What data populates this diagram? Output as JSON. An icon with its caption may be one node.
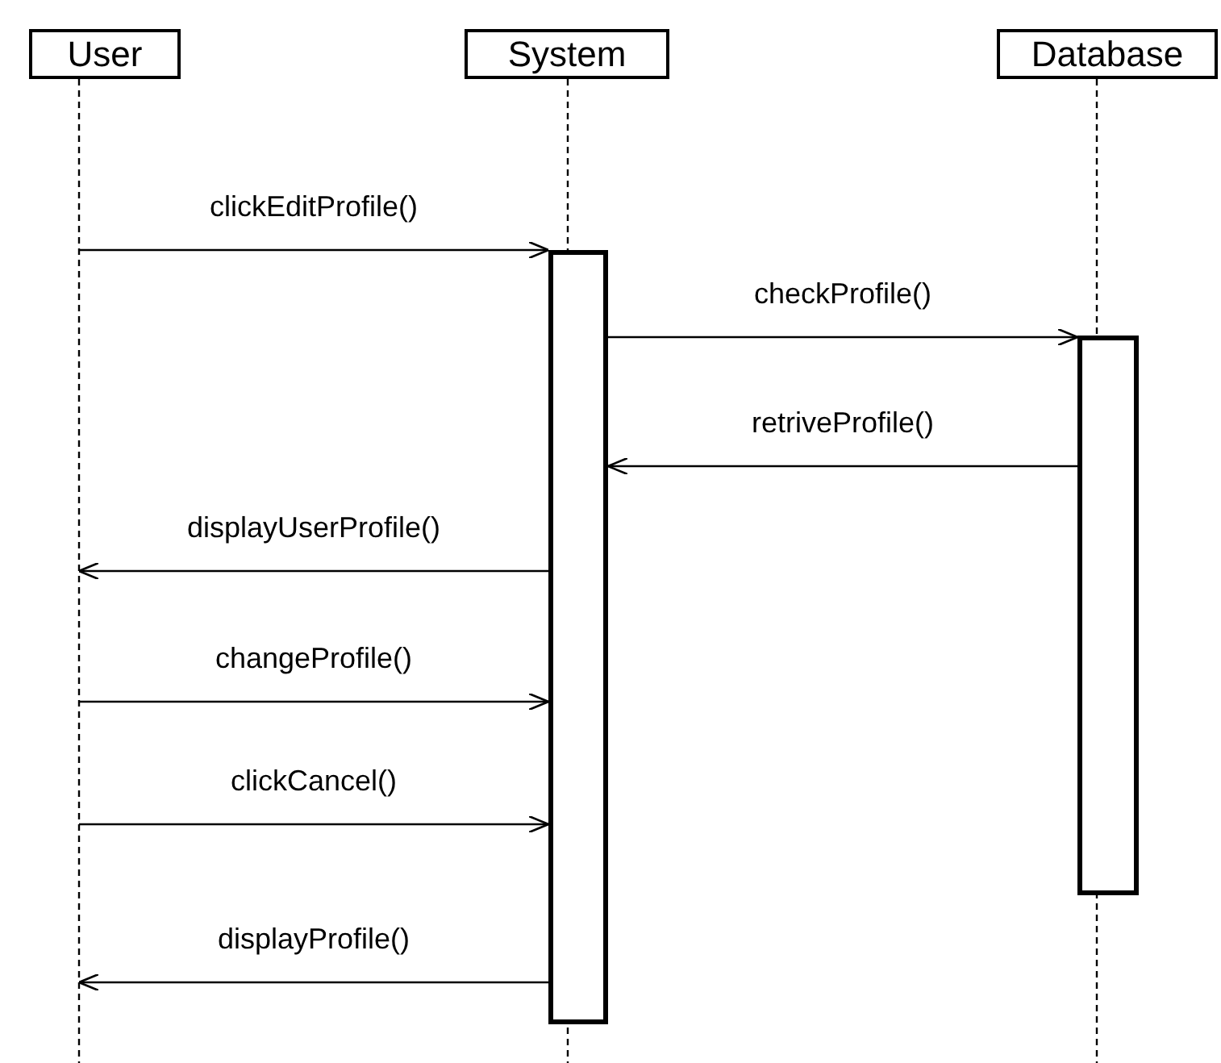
{
  "diagram": {
    "nodes": [
      {
        "text": [
          "User"
        ]
      },
      {
        "text": [
          "System"
        ]
      },
      {
        "text": [
          "Database"
        ]
      },
      {
        "text": [],
        "shape": "bar"
      },
      {
        "text": [],
        "shape": "bar"
      }
    ],
    "edges": [
      {
        "from": 0,
        "to": null,
        "arrow": "none",
        "style": "dashed"
      },
      {
        "from": 1,
        "to": null,
        "arrow": "none",
        "style": "dashed"
      },
      {
        "from": 2,
        "to": null,
        "arrow": "none",
        "style": "dashed"
      },
      {
        "from": null,
        "to": 3,
        "arrow": "to",
        "label": "clickEditProfile()"
      },
      {
        "from": 3,
        "to": 4,
        "arrow": "to",
        "label": "checkProfile()"
      },
      {
        "from": 4,
        "to": 3,
        "arrow": "to",
        "label": "retriveProfile()"
      },
      {
        "from": 3,
        "to": null,
        "arrow": "to",
        "label": "displayUserProfile()"
      },
      {
        "from": null,
        "to": 3,
        "arrow": "to",
        "label": "changeProfile()"
      },
      {
        "from": null,
        "to": 3,
        "arrow": "to",
        "label": "clickCancel()"
      },
      {
        "from": 3,
        "to": null,
        "arrow": "to",
        "label": "displayProfile()"
      }
    ]
  }
}
